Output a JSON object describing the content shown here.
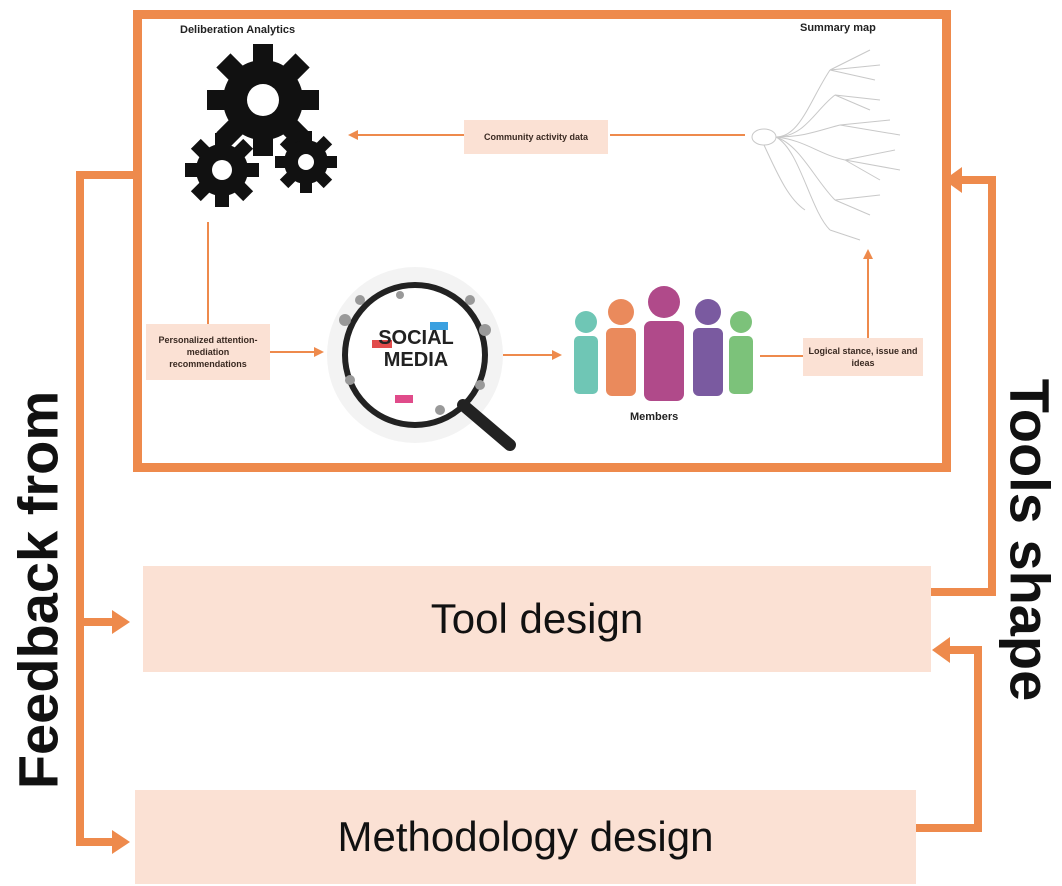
{
  "top_panel": {
    "title_left": "Deliberation Analytics",
    "title_right": "Summary map",
    "community_box": "Community activity data",
    "personalized_box": "Personalized attention-mediation recommendations",
    "logical_box": "Logical stance, issue and ideas",
    "members_label": "Members",
    "social_media_text": [
      "SOCIAL",
      "MEDIA"
    ]
  },
  "boxes": {
    "tool_design": "Tool design",
    "methodology_design": "Methodology design"
  },
  "side_labels": {
    "left": "Feedback from",
    "right": "Tools shape"
  },
  "colors": {
    "accent": "#ee8a4c",
    "box_fill": "#fbe1d4",
    "people": [
      "#6fc6b5",
      "#ea8a5c",
      "#b04a8a",
      "#7a5aa0",
      "#7cc27a"
    ]
  }
}
